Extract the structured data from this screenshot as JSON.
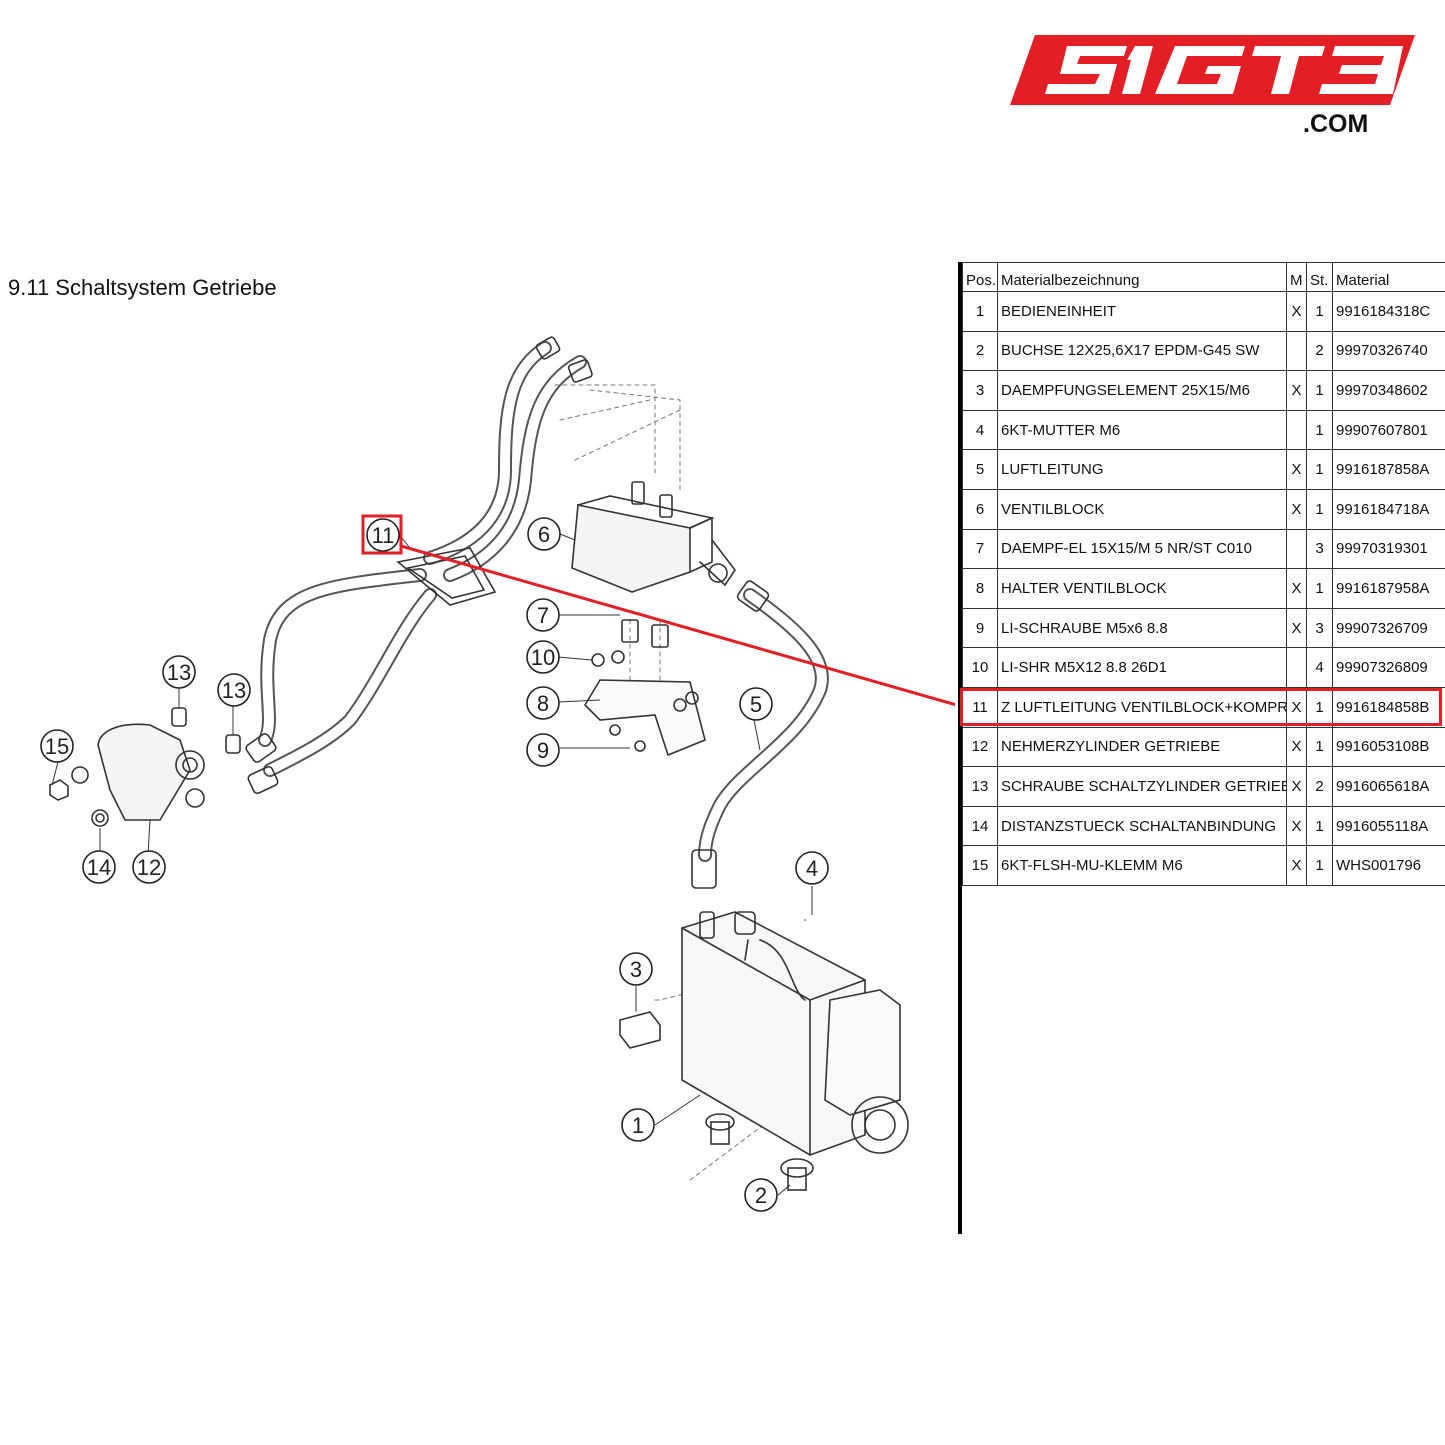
{
  "brand": {
    "logo_text": "51GT3",
    "domain_suffix": ".COM",
    "color": "#e31e24"
  },
  "page_title": "9.11  Schaltsystem Getriebe",
  "highlight": {
    "position": "11",
    "color": "#e31e24"
  },
  "diagram": {
    "callouts": [
      "11",
      "6",
      "7",
      "10",
      "8",
      "9",
      "5",
      "13",
      "13",
      "15",
      "14",
      "12",
      "4",
      "3",
      "1",
      "2"
    ]
  },
  "table": {
    "headers": {
      "pos": "Pos.",
      "name": "Materialbezeichnung",
      "m": "M",
      "st": "St.",
      "material": "Material"
    },
    "rows": [
      {
        "pos": "1",
        "name": "BEDIENEINHEIT",
        "m": "X",
        "st": "1",
        "material": "9916184318C"
      },
      {
        "pos": "2",
        "name": "BUCHSE 12X25,6X17 EPDM-G45 SW",
        "m": "",
        "st": "2",
        "material": "99970326740"
      },
      {
        "pos": "3",
        "name": "DAEMPFUNGSELEMENT 25X15/M6",
        "m": "X",
        "st": "1",
        "material": "99970348602"
      },
      {
        "pos": "4",
        "name": "6KT-MUTTER M6",
        "m": "",
        "st": "1",
        "material": "99907607801"
      },
      {
        "pos": "5",
        "name": "LUFTLEITUNG",
        "m": "X",
        "st": "1",
        "material": "9916187858A"
      },
      {
        "pos": "6",
        "name": "VENTILBLOCK",
        "m": "X",
        "st": "1",
        "material": "9916184718A"
      },
      {
        "pos": "7",
        "name": "DAEMPF-EL 15X15/M 5 NR/ST C010",
        "m": "",
        "st": "3",
        "material": "99970319301"
      },
      {
        "pos": "8",
        "name": "HALTER VENTILBLOCK",
        "m": "X",
        "st": "1",
        "material": "9916187958A"
      },
      {
        "pos": "9",
        "name": "LI-SCHRAUBE M5x6 8.8",
        "m": "X",
        "st": "3",
        "material": "99907326709"
      },
      {
        "pos": "10",
        "name": "LI-SHR M5X12 8.8 26D1",
        "m": "",
        "st": "4",
        "material": "99907326809"
      },
      {
        "pos": "11",
        "name": "Z LUFTLEITUNG VENTILBLOCK+KOMPR.",
        "m": "X",
        "st": "1",
        "material": "9916184858B"
      },
      {
        "pos": "12",
        "name": "NEHMERZYLINDER GETRIEBE",
        "m": "X",
        "st": "1",
        "material": "9916053108B"
      },
      {
        "pos": "13",
        "name": "SCHRAUBE SCHALTZYLINDER GETRIEBE",
        "m": "X",
        "st": "2",
        "material": "9916065618A"
      },
      {
        "pos": "14",
        "name": "DISTANZSTUECK SCHALTANBINDUNG",
        "m": "X",
        "st": "1",
        "material": "9916055118A"
      },
      {
        "pos": "15",
        "name": "6KT-FLSH-MU-KLEMM M6",
        "m": "X",
        "st": "1",
        "material": "WHS001796"
      }
    ]
  }
}
